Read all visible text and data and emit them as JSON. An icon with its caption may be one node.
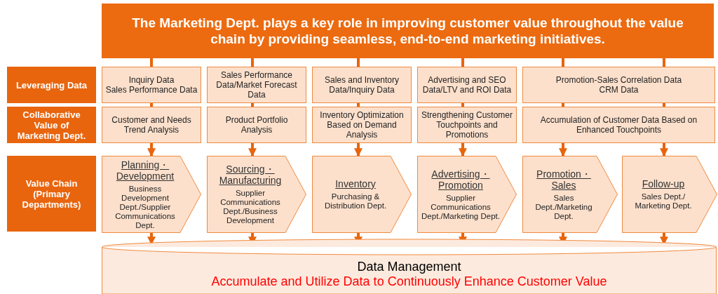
{
  "diagram": {
    "nodes": [
      {
        "text": [
          "The Marketing Dept. plays a key role in improving customer value throughout the value chain by providing seamless, end-to-end marketing initiatives."
        ]
      },
      {
        "text": [
          "Leveraging Data"
        ]
      },
      {
        "text": [
          "Collaborative Value of Marketing Dept."
        ]
      },
      {
        "text": [
          "Value Chain (Primary Departments)"
        ]
      },
      {
        "text": [
          "Inquiry Data",
          "Sales Performance Data"
        ]
      },
      {
        "text": [
          "Sales Performance Data/Market Forecast Data"
        ]
      },
      {
        "text": [
          "Sales and Inventory Data/Inquiry Data"
        ]
      },
      {
        "text": [
          "Advertising and SEO Data/LTV and ROI Data"
        ]
      },
      {
        "text": [
          "Promotion-Sales Correlation Data",
          "CRM Data"
        ]
      },
      {
        "text": [
          "Customer and Needs Trend Analysis"
        ]
      },
      {
        "text": [
          "Product Portfolio Analysis"
        ]
      },
      {
        "text": [
          "Inventory Optimization Based on Demand Analysis"
        ]
      },
      {
        "text": [
          "Strengthening Customer Touchpoints and Promotions"
        ]
      },
      {
        "text": [
          "Accumulation of Customer Data Based on Enhanced Touchpoints"
        ]
      },
      {
        "text": [
          "Planning・ Development",
          "Business Development Dept./Supplier Communications Dept."
        ]
      },
      {
        "text": [
          "Sourcing・ Manufacturing",
          "Supplier Communications Dept./Business Development"
        ]
      },
      {
        "text": [
          "Inventory",
          "Purchasing & Distribution Dept."
        ]
      },
      {
        "text": [
          "Advertising・ Promotion",
          "Supplier Communications Dept./Marketing Dept."
        ]
      },
      {
        "text": [
          "Promotion・ Sales",
          "Sales Dept./Marketing Dept."
        ]
      },
      {
        "text": [
          "Follow-up",
          "Sales Dept./ Marketing Dept."
        ]
      },
      {
        "text": [
          "Data Management",
          "Accumulate and Utilize Data to Continuously Enhance Customer Value"
        ]
      }
    ],
    "edges": [
      {
        "from": 0,
        "to": 4,
        "arrow": "none"
      },
      {
        "from": 0,
        "to": 5,
        "arrow": "none"
      },
      {
        "from": 0,
        "to": 6,
        "arrow": "none"
      },
      {
        "from": 0,
        "to": 7,
        "arrow": "none"
      },
      {
        "from": 0,
        "to": 8,
        "arrow": "none"
      },
      {
        "from": 0,
        "to": 8,
        "arrow": "none"
      },
      {
        "from": 4,
        "to": 9,
        "arrow": "none"
      },
      {
        "from": 5,
        "to": 10,
        "arrow": "none"
      },
      {
        "from": 6,
        "to": 11,
        "arrow": "none"
      },
      {
        "from": 7,
        "to": 12,
        "arrow": "none"
      },
      {
        "from": 8,
        "to": 13,
        "arrow": "none"
      },
      {
        "from": 8,
        "to": 13,
        "arrow": "none"
      },
      {
        "from": 9,
        "to": 14,
        "arrow": "to"
      },
      {
        "from": 10,
        "to": 15,
        "arrow": "to"
      },
      {
        "from": 11,
        "to": 16,
        "arrow": "to"
      },
      {
        "from": 12,
        "to": 17,
        "arrow": "to"
      },
      {
        "from": 13,
        "to": 18,
        "arrow": "to"
      },
      {
        "from": 13,
        "to": 19,
        "arrow": "to"
      },
      {
        "from": 14,
        "to": 20,
        "arrow": "to"
      },
      {
        "from": 15,
        "to": 20,
        "arrow": "to"
      },
      {
        "from": 16,
        "to": 20,
        "arrow": "to"
      },
      {
        "from": 17,
        "to": 20,
        "arrow": "to"
      },
      {
        "from": 18,
        "to": 20,
        "arrow": "to"
      },
      {
        "from": 19,
        "to": 20,
        "arrow": "to"
      }
    ]
  }
}
